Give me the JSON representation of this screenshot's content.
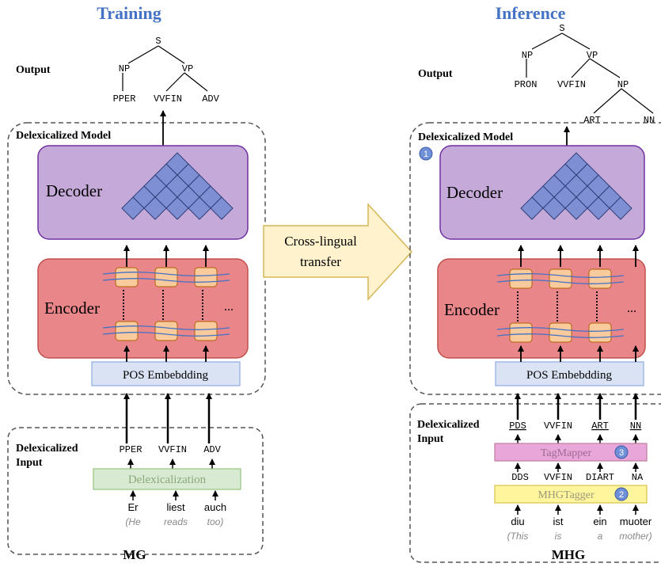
{
  "left": {
    "heading": "Training",
    "output_label": "Output",
    "tree": {
      "s": "S",
      "np": "NP",
      "vp": "VP",
      "pper": "PPER",
      "vvfin": "VVFIN",
      "adv": "ADV"
    },
    "model_label": "Delexicalized Model",
    "decoder_label": "Decoder",
    "encoder_label": "Encoder",
    "ellipsis": "...",
    "pos_embedding": "POS Embebdding",
    "input_label_1": "Delexicalized",
    "input_label_2": "Input",
    "tags": [
      "PPER",
      "VVFIN",
      "ADV"
    ],
    "delex_box": "Delexicalization",
    "words": [
      "Er",
      "liest",
      "auch"
    ],
    "glosses": [
      "(He",
      "reads",
      "too)"
    ],
    "caption": "MG"
  },
  "middle": {
    "arrow_line1": "Cross-lingual",
    "arrow_line2": "transfer"
  },
  "right": {
    "heading": "Inference",
    "output_label": "Output",
    "tree": {
      "s": "S",
      "np": "NP",
      "vp": "VP",
      "pron": "PRON",
      "vvfin": "VVFIN",
      "np2": "NP",
      "art": "ART",
      "nn": "NN"
    },
    "model_label": "Delexicalized Model",
    "badge1": "1",
    "decoder_label": "Decoder",
    "encoder_label": "Encoder",
    "ellipsis": "...",
    "pos_embedding": "POS Embebdding",
    "input_label_1": "Delexicalized",
    "input_label_2": "Input",
    "mapped_tags": [
      "PDS",
      "VVFIN",
      "ART",
      "NN"
    ],
    "tagmapper": "TagMapper",
    "badge3": "3",
    "raw_tags": [
      "DDS",
      "VVFIN",
      "DIART",
      "NA"
    ],
    "mhgtagger": "MHGTagger",
    "badge2": "2",
    "words": [
      "diu",
      "ist",
      "ein",
      "muoter"
    ],
    "glosses": [
      "(This",
      "is",
      "a",
      "mother)"
    ],
    "caption": "MHG"
  },
  "colors": {
    "heading": "#4472c4",
    "decoder_fill": "#c5a9d9",
    "decoder_stroke": "#7030a0",
    "diamond_fill": "#7f8fd4",
    "encoder_fill": "#e8868a",
    "encoder_stroke": "#c0504d",
    "cell_fill": "#f9cb9c",
    "lstm_wave": "#4472c4",
    "pos_fill": "#dae3f3",
    "delex_fill": "#d9ead3",
    "tagmapper_fill": "#e8a7d8",
    "mhgtagger_fill": "#fff59d",
    "arrow_fill": "#fff2cc",
    "badge_fill": "#6f8fd6"
  }
}
